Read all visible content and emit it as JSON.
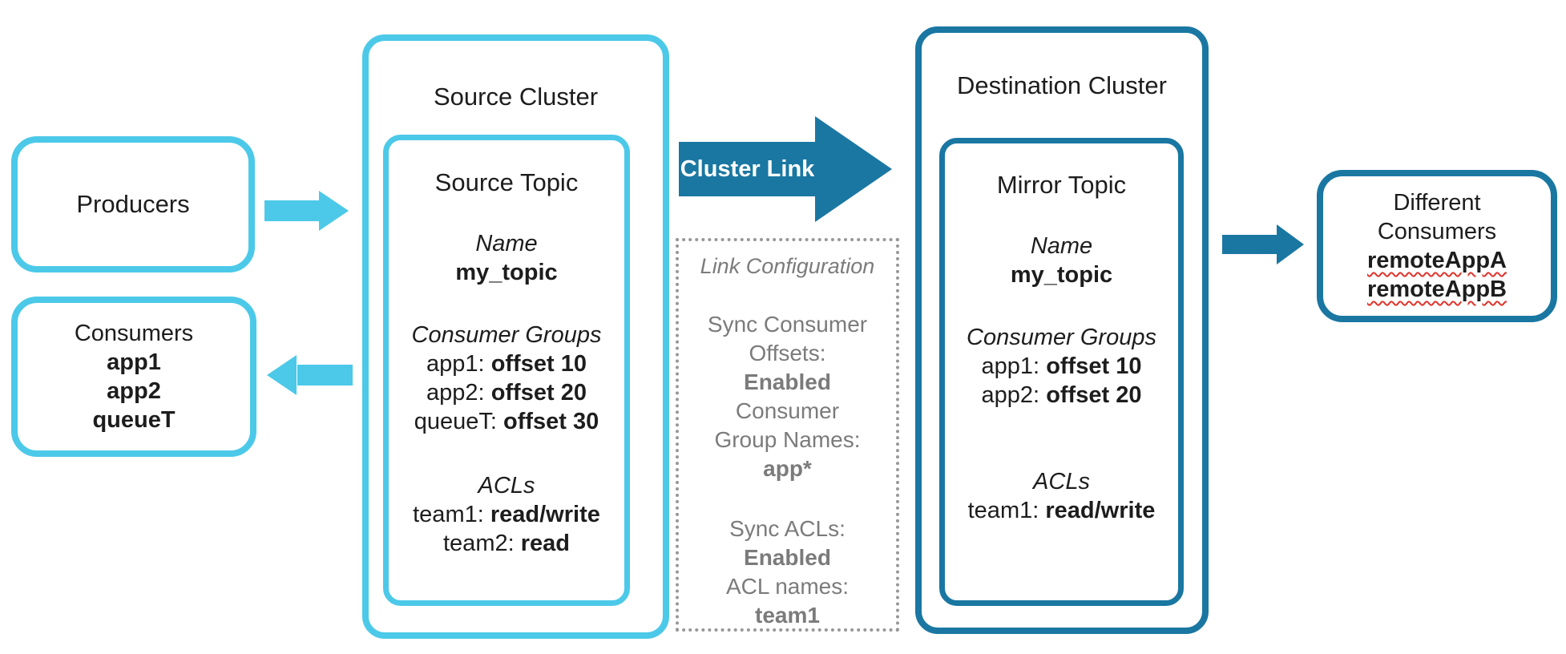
{
  "colors": {
    "cyan": "#4CC9E8",
    "teal": "#1A77A2",
    "gray_text": "#7B7B7B",
    "squiggle_red": "#E0342B",
    "text": "#1D1D1D"
  },
  "producers_box": {
    "label": "Producers"
  },
  "consumers_box": {
    "title": "Consumers",
    "items": [
      "app1",
      "app2",
      "queueT"
    ]
  },
  "source_cluster": {
    "title": "Source Cluster",
    "topic": {
      "title": "Source Topic",
      "name_label": "Name",
      "name_value": "my_topic",
      "consumer_groups_label": "Consumer Groups",
      "consumer_groups": [
        {
          "name": "app1:",
          "value": "offset 10"
        },
        {
          "name": "app2:",
          "value": "offset 20"
        },
        {
          "name": "queueT:",
          "value": "offset 30"
        }
      ],
      "acls_label": "ACLs",
      "acls": [
        {
          "name": "team1:",
          "value": "read/write"
        },
        {
          "name": "team2:",
          "value": "read"
        }
      ]
    }
  },
  "cluster_link": {
    "label": "Cluster Link"
  },
  "link_configuration": {
    "title": "Link Configuration",
    "sync_offsets": {
      "label_lines": [
        "Sync Consumer",
        "Offsets:"
      ],
      "value": "Enabled"
    },
    "group_names": {
      "label_lines": [
        "Consumer",
        "Group Names:"
      ],
      "value": "app*"
    },
    "sync_acls": {
      "label": "Sync ACLs:",
      "value": "Enabled"
    },
    "acl_names": {
      "label": "ACL names:",
      "value": "team1"
    }
  },
  "destination_cluster": {
    "title": "Destination Cluster",
    "topic": {
      "title": "Mirror Topic",
      "name_label": "Name",
      "name_value": "my_topic",
      "consumer_groups_label": "Consumer Groups",
      "consumer_groups": [
        {
          "name": "app1:",
          "value": "offset 10"
        },
        {
          "name": "app2:",
          "value": "offset 20"
        }
      ],
      "acls_label": "ACLs",
      "acls": [
        {
          "name": "team1:",
          "value": "read/write"
        }
      ]
    }
  },
  "different_consumers_box": {
    "title_lines": [
      "Different",
      "Consumers"
    ],
    "items": [
      "remoteAppA",
      "remoteAppB"
    ]
  }
}
